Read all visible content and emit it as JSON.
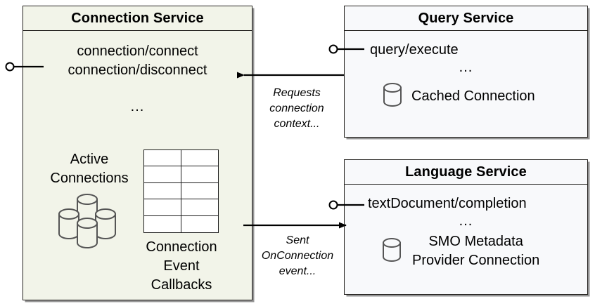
{
  "diagram": {
    "type": "component-diagram",
    "colors": {
      "connection_service_fill": "#f2f4e9",
      "other_service_fill": "#f8f9fb",
      "stroke": "#23211e",
      "cylinder_stroke": "#555555",
      "background": "#ffffff"
    }
  },
  "connection_service": {
    "title": "Connection Service",
    "operations": "connection/connect\nconnection/disconnect",
    "operation_list": [
      "connection/connect",
      "connection/disconnect"
    ],
    "ellipsis": "...",
    "active_connections_label": "Active\nConnections",
    "callbacks_label": "Connection\nEvent\nCallbacks",
    "db_stack_icon": "multiple-database-cylinders-icon",
    "table_icon": "table-grid-icon",
    "table_rows": 5,
    "table_columns": 2,
    "provided_interface": "lollipop-interface-icon"
  },
  "query_service": {
    "title": "Query Service",
    "operation": "query/execute",
    "ellipsis": "...",
    "resource_label": "Cached Connection",
    "resource_icon": "database-cylinder-icon",
    "provided_interface": "lollipop-interface-icon"
  },
  "language_service": {
    "title": "Language Service",
    "operation": "textDocument/completion",
    "ellipsis": "...",
    "resource_label": "SMO Metadata\nProvider Connection",
    "resource_label_lines": [
      "SMO Metadata",
      "Provider Connection"
    ],
    "resource_icon": "database-cylinder-icon",
    "provided_interface": "lollipop-interface-icon"
  },
  "connectors": [
    {
      "id": "requests-connection-context",
      "label": "Requests\nconnection\ncontext...",
      "from": "query_service",
      "to": "connection_service",
      "direction": "left"
    },
    {
      "id": "sent-onconnection-event",
      "label": "Sent\nOnConnection\nevent...",
      "from": "connection_service",
      "to": "language_service",
      "direction": "right"
    }
  ]
}
